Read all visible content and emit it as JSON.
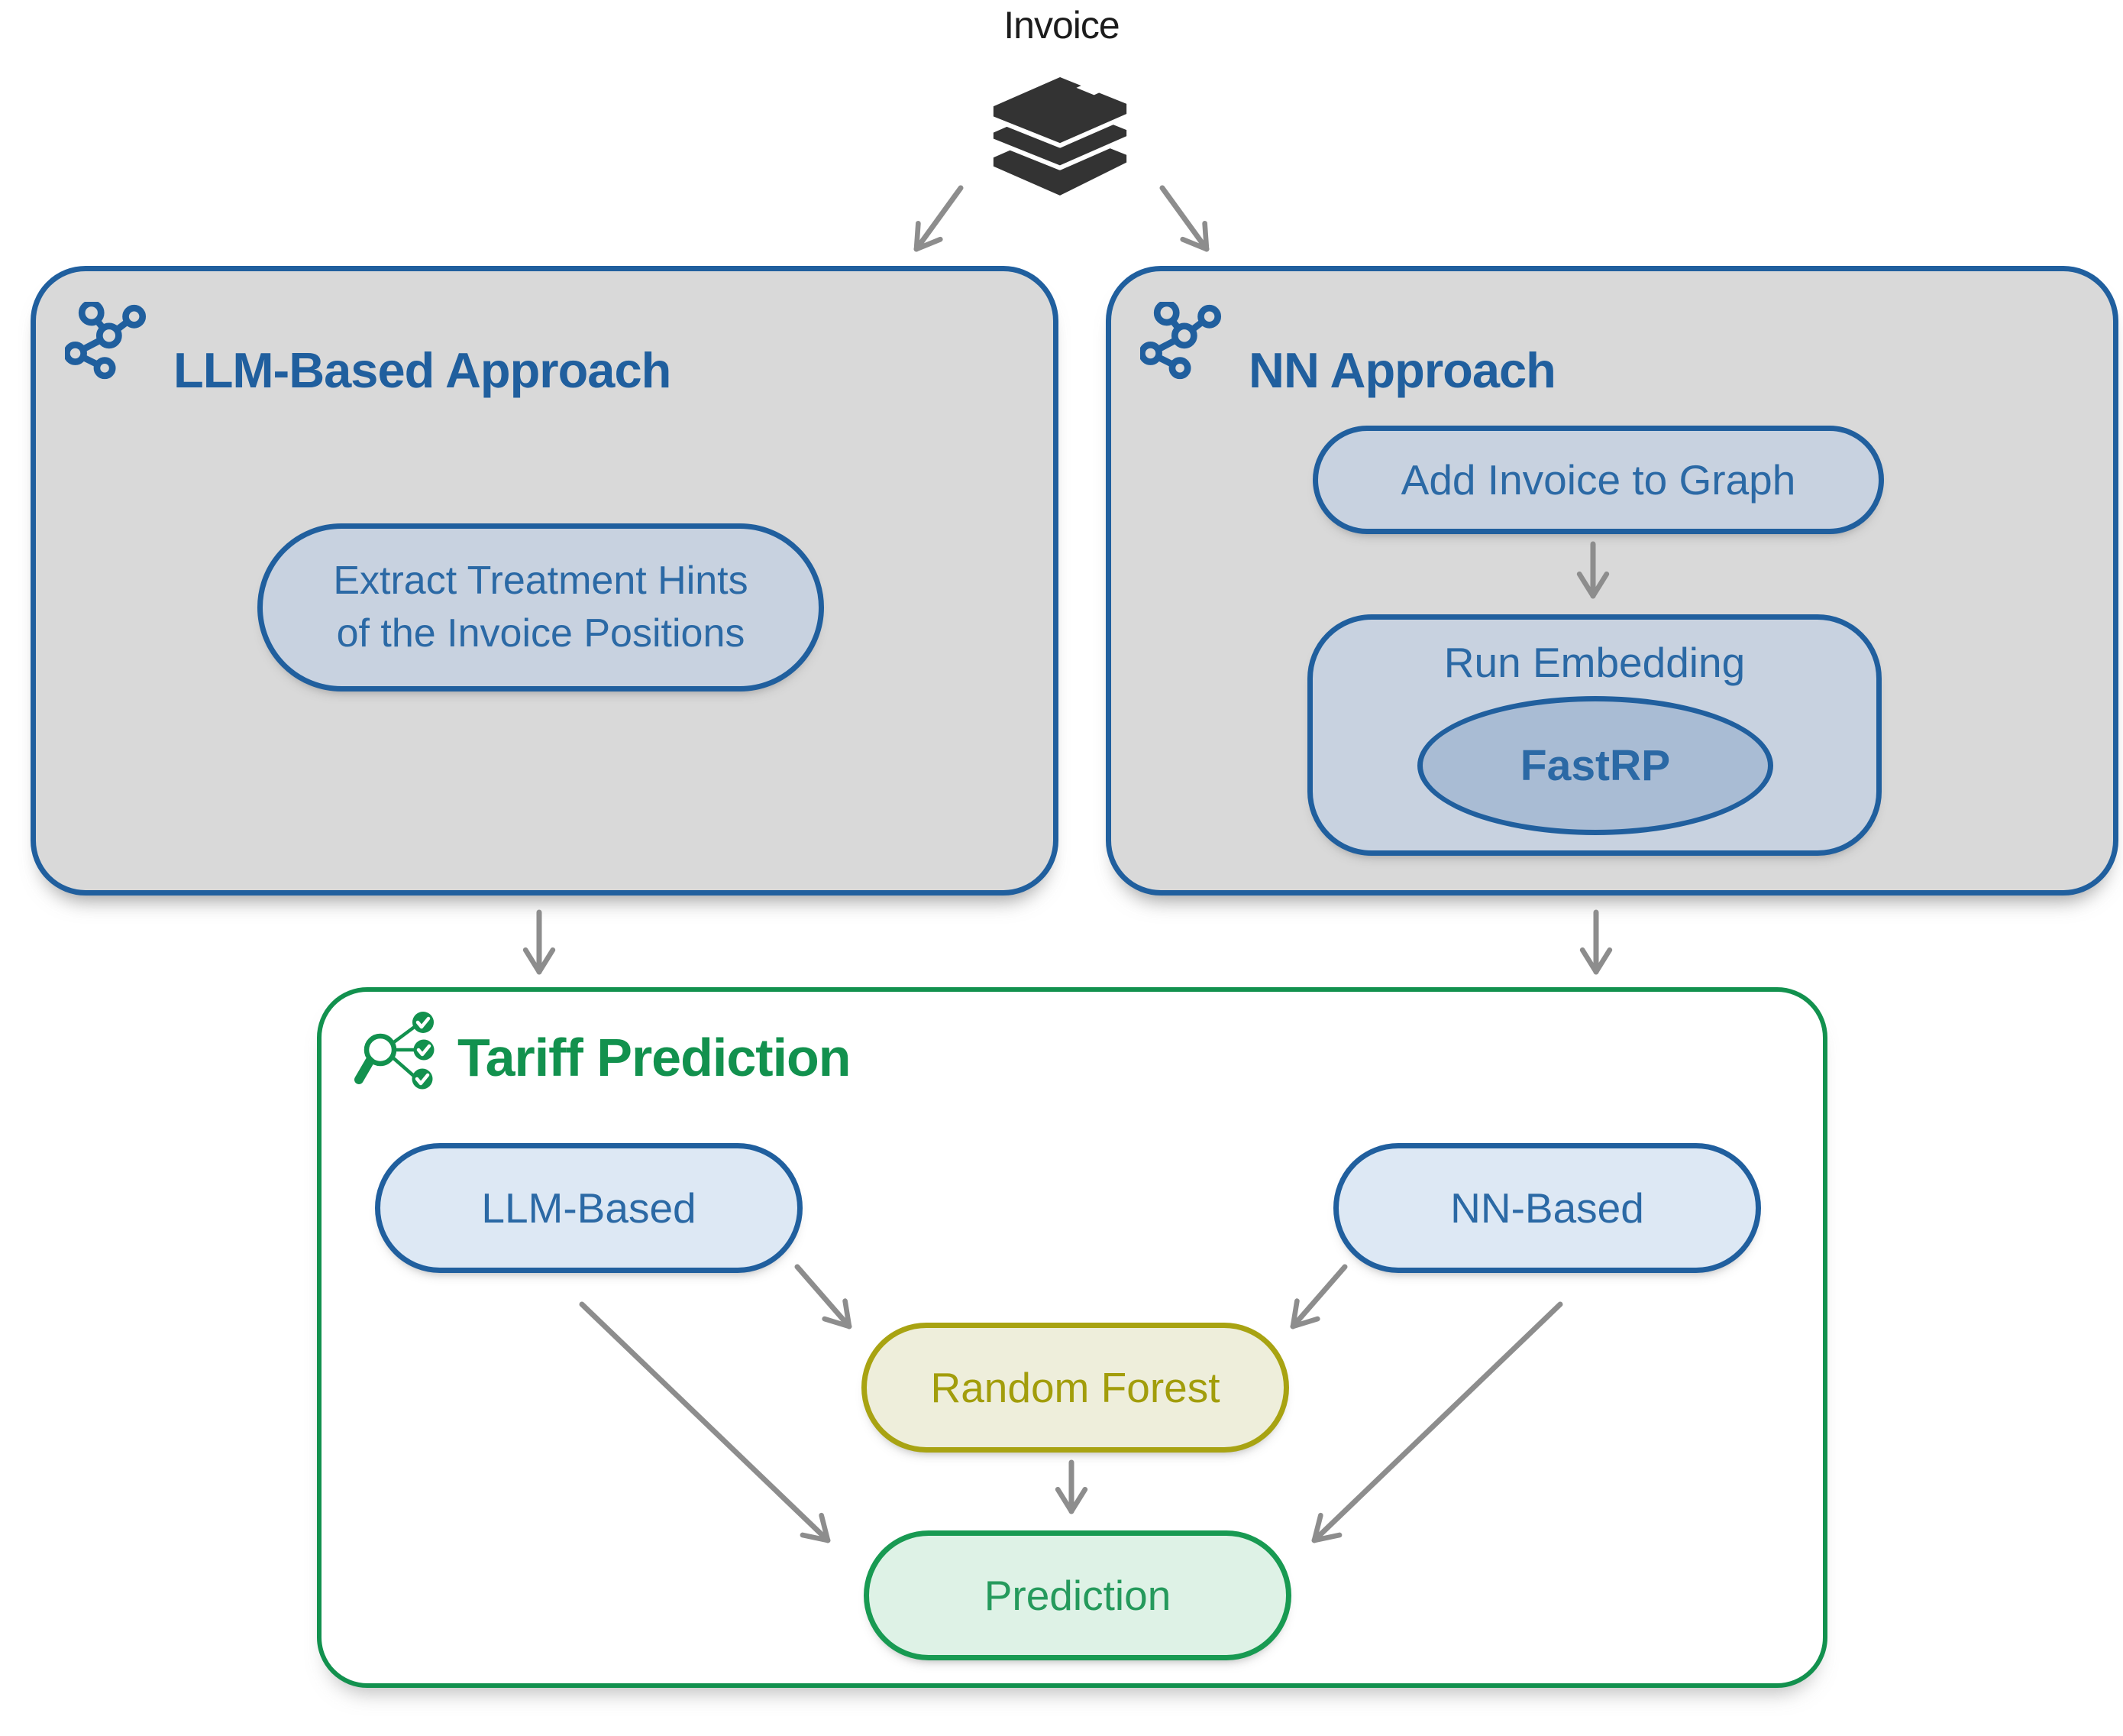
{
  "colors": {
    "blue": "#205f9e",
    "blue-text": "#2b69a5",
    "green": "#12914e",
    "green-text": "#259a5c",
    "olive": "#a8a312",
    "olive-text": "#a29d0b",
    "arrow": "#8d8d8d",
    "box-gray": "#d9d9d9",
    "pill-blue": "#c8d2e0",
    "pill-blue-light": "#dde8f4",
    "ellipse-blue": "#a9bcd4",
    "pill-olive": "#eeeedb",
    "pill-green": "#def2e6",
    "ink": "#1c1c1c"
  },
  "header": {
    "invoice_label": "Invoice",
    "invoice_icon": "books-stack-icon"
  },
  "llm_box": {
    "icon": "network-nodes-icon",
    "title": "LLM-Based Approach",
    "node_line1": "Extract Treatment Hints",
    "node_line2": "of the Invoice Positions"
  },
  "nn_box": {
    "icon": "network-nodes-icon",
    "title": "NN Approach",
    "add_node": "Add Invoice to Graph",
    "embed_node": "Run Embedding",
    "embed_inner": "FastRP"
  },
  "tariff_box": {
    "icon": "magnifier-check-icon",
    "title": "Tariff Prediction",
    "llm_node": "LLM-Based",
    "nn_node": "NN-Based",
    "rf_node": "Random Forest",
    "prediction_node": "Prediction"
  }
}
